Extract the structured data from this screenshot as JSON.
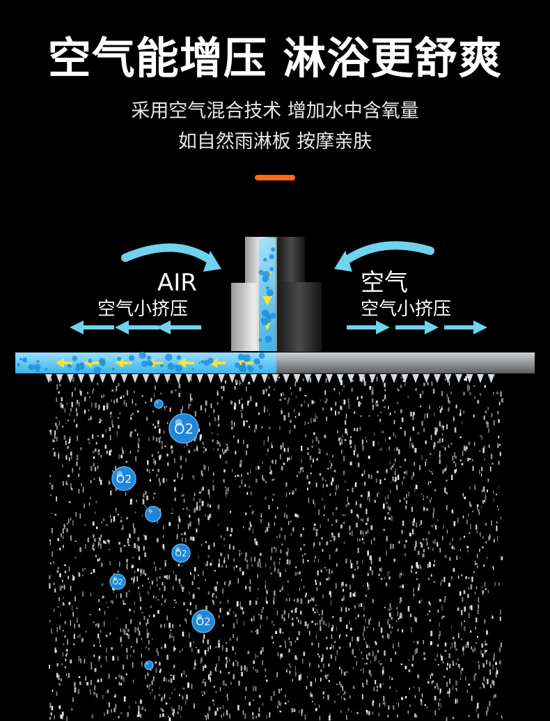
{
  "headline": "空气能增压 淋浴更舒爽",
  "subtitle_line1": "采用空气混合技术 增加水中含氧量",
  "subtitle_line2": "如自然雨淋板 按摩亲肤",
  "diagram": {
    "left_label_en": "AIR",
    "left_label_cn": "空气小挤压",
    "right_label_cn": "空气",
    "right_label_sub": "空气小挤压"
  },
  "bubble_label": "O2",
  "colors": {
    "accent": "#ff6a13",
    "water": "#5cc6f0",
    "arrow": "#6fd3ee",
    "flow_arrow": "#f3e33a",
    "steel": "#8a8d90"
  }
}
